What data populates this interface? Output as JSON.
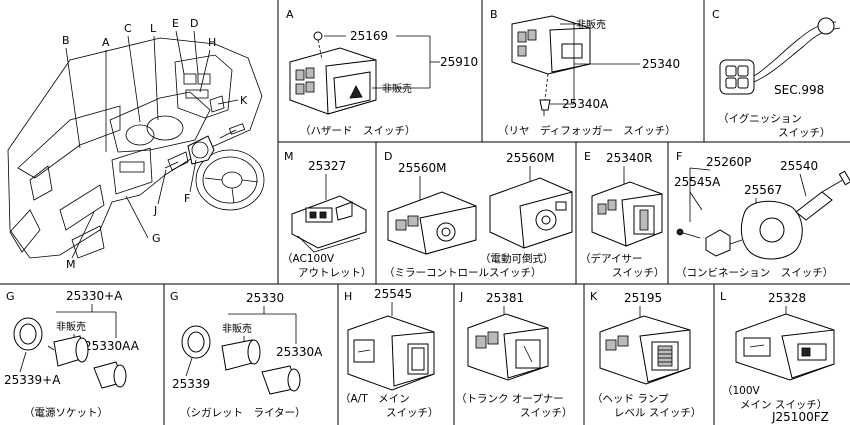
{
  "overview": {
    "labels": [
      "B",
      "A",
      "C",
      "L",
      "E",
      "D",
      "H",
      "K",
      "J",
      "F",
      "G",
      "M"
    ]
  },
  "panels": {
    "A": {
      "letter": "A",
      "parts": [
        "25169",
        "25910"
      ],
      "note": "非販売",
      "caption": "（ハザード　スイッチ）"
    },
    "B": {
      "letter": "B",
      "parts": [
        "25340",
        "25340A"
      ],
      "note": "非販売",
      "caption": "（リヤ　ディフォッガー　スイッチ）"
    },
    "C": {
      "letter": "C",
      "parts": [
        "SEC.998"
      ],
      "caption_1": "（イグニッション",
      "caption_2": "スイッチ）"
    },
    "M": {
      "letter": "M",
      "parts": [
        "25327"
      ],
      "caption_1": "（AC100V",
      "caption_2": "アウトレット）"
    },
    "D": {
      "letter": "D",
      "parts": [
        "25560M",
        "25560M"
      ],
      "caption": "（ミラーコントロールスイッチ）",
      "sub_caption": "（電動可倒式）"
    },
    "E": {
      "letter": "E",
      "parts": [
        "25340R"
      ],
      "caption_1": "（デアイサー",
      "caption_2": "スイッチ）"
    },
    "F": {
      "letter": "F",
      "parts": [
        "25260P",
        "25540",
        "25545A",
        "25567"
      ],
      "caption": "（コンビネーション　スイッチ）"
    },
    "G1": {
      "letter": "G",
      "parts": [
        "25330+A",
        "25330AA",
        "25339+A"
      ],
      "note": "非販売",
      "caption": "（電源ソケット）"
    },
    "G2": {
      "letter": "G",
      "parts": [
        "25330",
        "25330A",
        "25339"
      ],
      "note": "非販売",
      "caption": "（シガレット　ライター）"
    },
    "H": {
      "letter": "H",
      "parts": [
        "25545"
      ],
      "caption_1": "（A/T　メイン",
      "caption_2": "スイッチ）"
    },
    "J": {
      "letter": "J",
      "parts": [
        "25381"
      ],
      "caption_1": "（トランク オープナー",
      "caption_2": "スイッチ）"
    },
    "K": {
      "letter": "K",
      "parts": [
        "25195"
      ],
      "caption_1": "（ヘッド ランプ",
      "caption_2": "レベル スイッチ）"
    },
    "L": {
      "letter": "L",
      "parts": [
        "25328"
      ],
      "caption_1": "（100V",
      "caption_2": "メイン スイッチ）"
    }
  },
  "footer": {
    "code": "J25100FZ"
  }
}
